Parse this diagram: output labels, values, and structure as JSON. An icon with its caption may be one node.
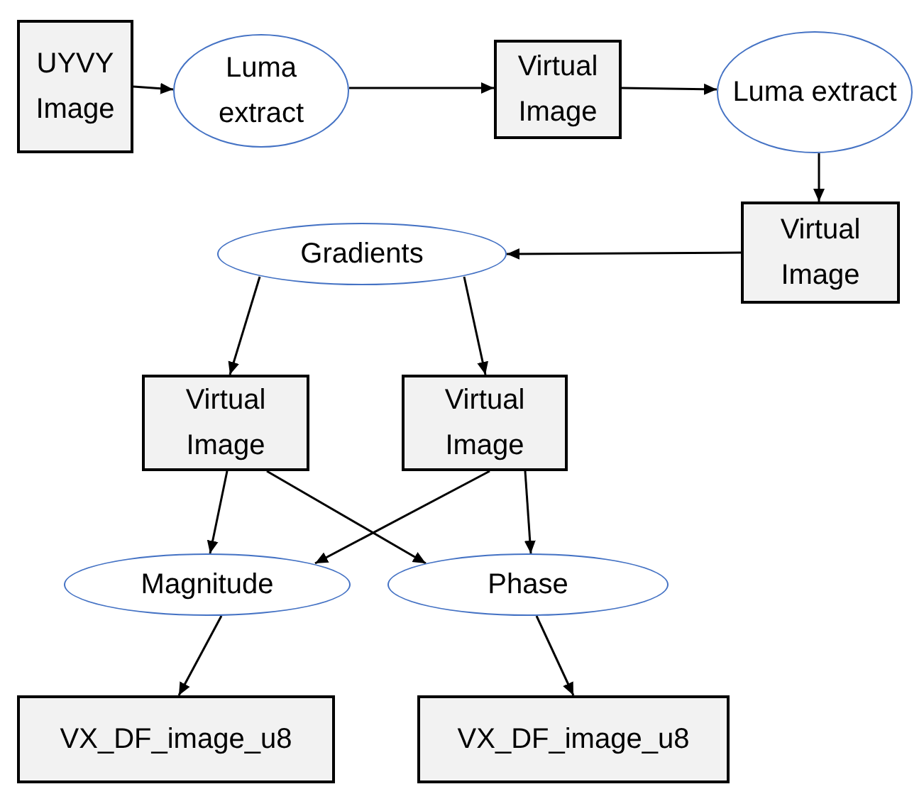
{
  "diagram": {
    "nodes": [
      {
        "text": [
          "UYVY Image"
        ]
      },
      {
        "text": [
          "Luma extract"
        ]
      },
      {
        "text": [
          "Virtual Image"
        ]
      },
      {
        "text": [
          "Luma extract"
        ]
      },
      {
        "text": [
          "Virtual Image"
        ]
      },
      {
        "text": [
          "Gradients"
        ]
      },
      {
        "text": [
          "Virtual Image"
        ]
      },
      {
        "text": [
          "Virtual Image"
        ]
      },
      {
        "text": [
          "Magnitude"
        ]
      },
      {
        "text": [
          "Phase"
        ]
      },
      {
        "text": [
          "VX_DF_image_u8"
        ]
      },
      {
        "text": [
          "VX_DF_image_u8"
        ]
      }
    ],
    "edges": [
      {
        "from": 0,
        "to": 1,
        "arrow": "to"
      },
      {
        "from": 1,
        "to": 2,
        "arrow": "to"
      },
      {
        "from": 2,
        "to": 3,
        "arrow": "to"
      },
      {
        "from": 3,
        "to": 4,
        "arrow": "to"
      },
      {
        "from": 4,
        "to": 5,
        "arrow": "to"
      },
      {
        "from": 5,
        "to": 6,
        "arrow": "to"
      },
      {
        "from": 5,
        "to": 7,
        "arrow": "to"
      },
      {
        "from": 6,
        "to": 8,
        "arrow": "to"
      },
      {
        "from": 6,
        "to": 9,
        "arrow": "to"
      },
      {
        "from": 7,
        "to": 8,
        "arrow": "to"
      },
      {
        "from": 7,
        "to": 9,
        "arrow": "to"
      },
      {
        "from": 8,
        "to": 10,
        "arrow": "to"
      },
      {
        "from": 9,
        "to": 11,
        "arrow": "to"
      }
    ]
  }
}
